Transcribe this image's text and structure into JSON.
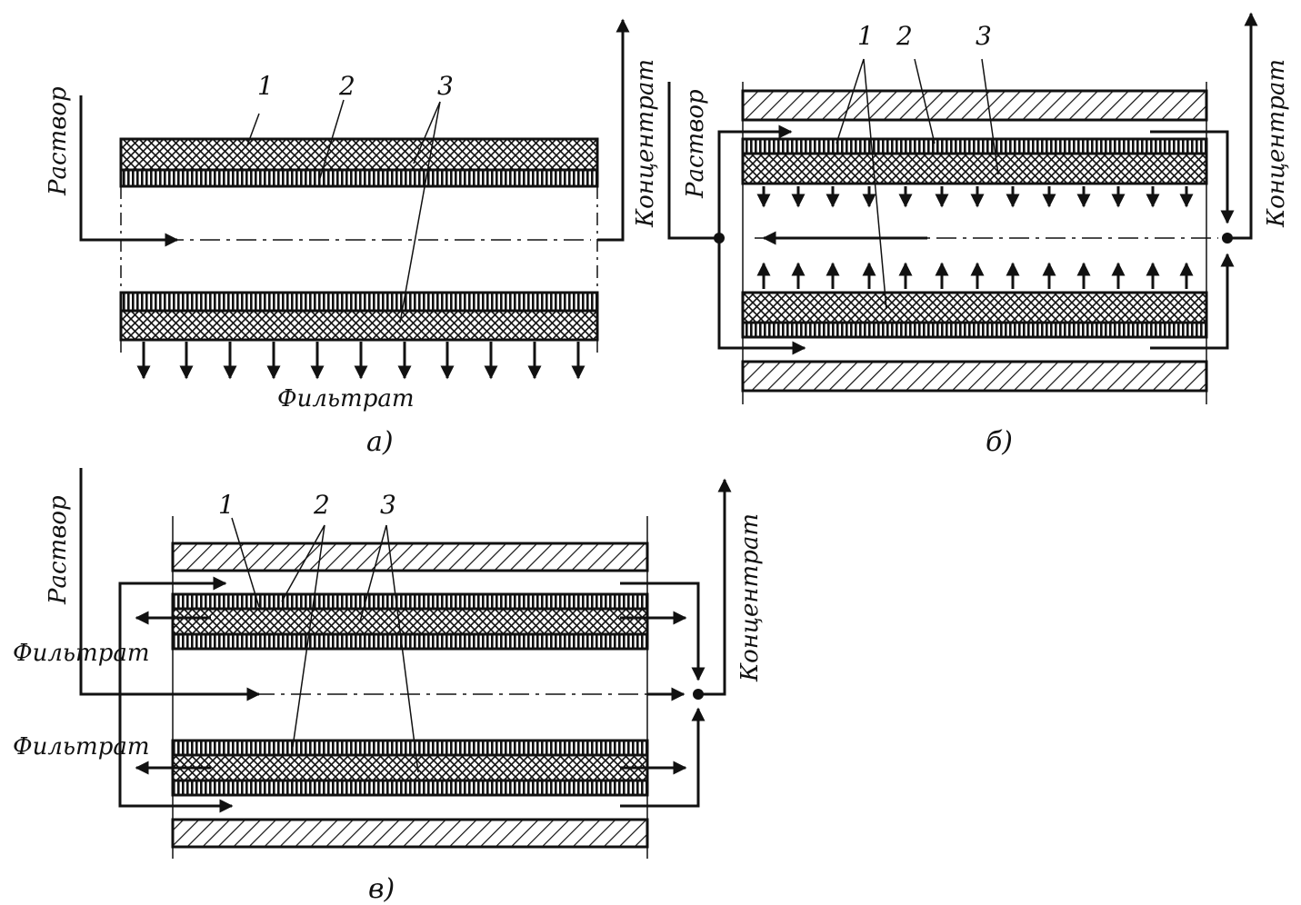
{
  "labels": {
    "solution": "Раствор",
    "concentrate": "Концентрат",
    "filtrate": "Фильтрат",
    "n1": "1",
    "n2": "2",
    "n3": "3"
  },
  "panels": {
    "a": {
      "caption": "а)"
    },
    "b": {
      "caption": "б)"
    },
    "v": {
      "caption": "в)"
    }
  },
  "colors": {
    "ink": "#111111",
    "background": "#ffffff"
  }
}
